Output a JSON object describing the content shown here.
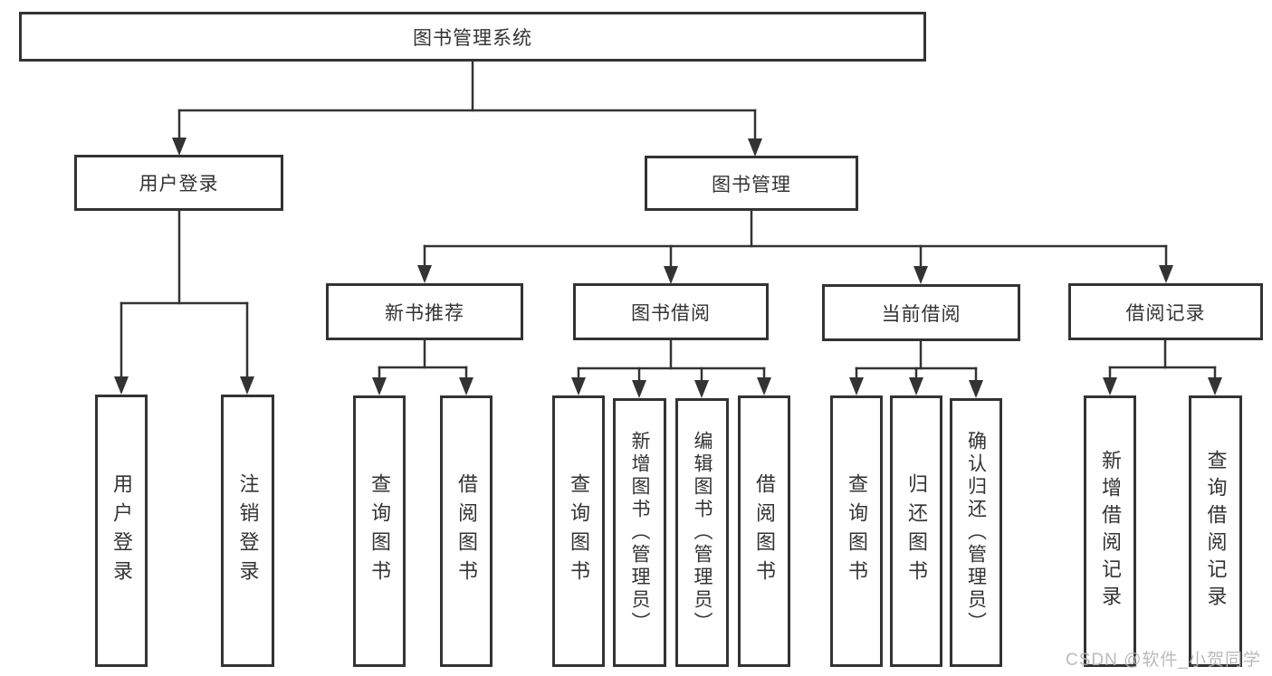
{
  "diagram_title": "图书管理系统",
  "tree": {
    "root": {
      "label": "图书管理系统"
    },
    "branches": [
      {
        "label": "用户登录",
        "children": [
          {
            "label": "用户登录"
          },
          {
            "label": "注销登录"
          }
        ]
      },
      {
        "label": "图书管理",
        "children": [
          {
            "label": "新书推荐",
            "children": [
              {
                "label": "查询图书"
              },
              {
                "label": "借阅图书"
              }
            ]
          },
          {
            "label": "图书借阅",
            "children": [
              {
                "label": "查询图书"
              },
              {
                "label": "新增图书（管理员）"
              },
              {
                "label": "编辑图书（管理员）"
              },
              {
                "label": "借阅图书"
              }
            ]
          },
          {
            "label": "当前借阅",
            "children": [
              {
                "label": "查询图书"
              },
              {
                "label": "归还图书"
              },
              {
                "label": "确认归还（管理员）"
              }
            ]
          },
          {
            "label": "借阅记录",
            "children": [
              {
                "label": "新增借阅记录"
              },
              {
                "label": "查询借阅记录"
              }
            ]
          }
        ]
      }
    ]
  },
  "watermark": {
    "text": "CSDN @软件_小贺同学",
    "color": "#b9b3b5"
  },
  "colors": {
    "line": "#333333",
    "box_border": "#333333",
    "text": "#333333",
    "background": "#ffffff"
  }
}
